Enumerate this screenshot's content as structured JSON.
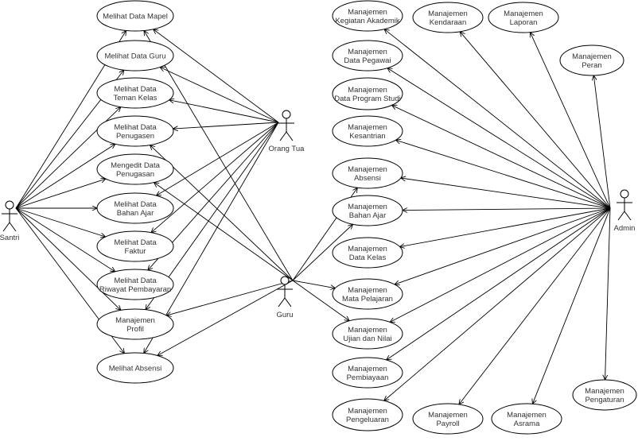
{
  "actors": [
    {
      "id": "santri",
      "label": "Santri"
    },
    {
      "id": "orangtua",
      "label": "Orang Tua"
    },
    {
      "id": "guru",
      "label": "Guru"
    },
    {
      "id": "admin",
      "label": "Admin"
    }
  ],
  "use_cases": [
    {
      "id": "uc1",
      "lines": [
        "Melihat Data Mapel"
      ]
    },
    {
      "id": "uc2",
      "lines": [
        "Melihat Data Guru"
      ]
    },
    {
      "id": "uc3",
      "lines": [
        "Melihat Data",
        "Teman Kelas"
      ]
    },
    {
      "id": "uc4",
      "lines": [
        "Melihat Data",
        "Penugasen"
      ]
    },
    {
      "id": "uc5",
      "lines": [
        "Mengedit Data",
        "Penugasan"
      ]
    },
    {
      "id": "uc6",
      "lines": [
        "Melihat Data",
        "Bahan Ajar"
      ]
    },
    {
      "id": "uc7",
      "lines": [
        "Melihat Data",
        "Faktur"
      ]
    },
    {
      "id": "uc8",
      "lines": [
        "Melihat Data",
        "Riwayat Pembayaran"
      ]
    },
    {
      "id": "uc9",
      "lines": [
        "Manajemen",
        "Profil"
      ]
    },
    {
      "id": "uc10",
      "lines": [
        "Melihat Absensi"
      ]
    },
    {
      "id": "r1",
      "lines": [
        "Manajemen",
        "Kegiatan Akademik"
      ]
    },
    {
      "id": "r2",
      "lines": [
        "Manajemen",
        "Data Pegawai"
      ]
    },
    {
      "id": "r3",
      "lines": [
        "Manajemen",
        "Data Program Studi"
      ]
    },
    {
      "id": "r4",
      "lines": [
        "Manajemen",
        "Kesantrian"
      ]
    },
    {
      "id": "r5",
      "lines": [
        "Manajemen",
        "Absensi"
      ]
    },
    {
      "id": "r6",
      "lines": [
        "Manajemen",
        "Bahan Ajar"
      ]
    },
    {
      "id": "r7",
      "lines": [
        "Manajemen",
        "Data Kelas"
      ]
    },
    {
      "id": "r8",
      "lines": [
        "Manajemen",
        "Mata Pelajaran"
      ]
    },
    {
      "id": "r9",
      "lines": [
        "Manajemen",
        "Ujian dan Nilai"
      ]
    },
    {
      "id": "r10",
      "lines": [
        "Manajemen",
        "Pembiayaan"
      ]
    },
    {
      "id": "r11",
      "lines": [
        "Manajemen",
        "Pengeluaran"
      ]
    },
    {
      "id": "k1",
      "lines": [
        "Manajemen",
        "Kendaraan"
      ]
    },
    {
      "id": "l1",
      "lines": [
        "Manajemen",
        "Laporan"
      ]
    },
    {
      "id": "p1",
      "lines": [
        "Manajemen",
        "Peran"
      ]
    },
    {
      "id": "py",
      "lines": [
        "Manajemen",
        "Payroll"
      ]
    },
    {
      "id": "as",
      "lines": [
        "Manajemen",
        "Asrama"
      ]
    },
    {
      "id": "pg",
      "lines": [
        "Manajemen",
        "Pengaturan"
      ]
    }
  ],
  "associations": [
    {
      "from": "santri",
      "to": "uc1"
    },
    {
      "from": "santri",
      "to": "uc2"
    },
    {
      "from": "santri",
      "to": "uc3"
    },
    {
      "from": "santri",
      "to": "uc4"
    },
    {
      "from": "santri",
      "to": "uc5"
    },
    {
      "from": "santri",
      "to": "uc6"
    },
    {
      "from": "santri",
      "to": "uc7"
    },
    {
      "from": "santri",
      "to": "uc8"
    },
    {
      "from": "santri",
      "to": "uc9"
    },
    {
      "from": "santri",
      "to": "uc10"
    },
    {
      "from": "orangtua",
      "to": "uc1"
    },
    {
      "from": "orangtua",
      "to": "uc2"
    },
    {
      "from": "orangtua",
      "to": "uc3"
    },
    {
      "from": "orangtua",
      "to": "uc4"
    },
    {
      "from": "orangtua",
      "to": "uc6"
    },
    {
      "from": "orangtua",
      "to": "uc7"
    },
    {
      "from": "orangtua",
      "to": "uc8"
    },
    {
      "from": "orangtua",
      "to": "uc9"
    },
    {
      "from": "orangtua",
      "to": "uc10"
    },
    {
      "from": "guru",
      "to": "uc1"
    },
    {
      "from": "guru",
      "to": "uc4"
    },
    {
      "from": "guru",
      "to": "uc5"
    },
    {
      "from": "guru",
      "to": "uc9"
    },
    {
      "from": "guru",
      "to": "uc10"
    },
    {
      "from": "guru",
      "to": "r5"
    },
    {
      "from": "guru",
      "to": "r6"
    },
    {
      "from": "guru",
      "to": "r8"
    },
    {
      "from": "guru",
      "to": "r9"
    },
    {
      "from": "admin",
      "to": "r1"
    },
    {
      "from": "admin",
      "to": "r2"
    },
    {
      "from": "admin",
      "to": "r3"
    },
    {
      "from": "admin",
      "to": "r4"
    },
    {
      "from": "admin",
      "to": "r5"
    },
    {
      "from": "admin",
      "to": "r6"
    },
    {
      "from": "admin",
      "to": "r7"
    },
    {
      "from": "admin",
      "to": "r8"
    },
    {
      "from": "admin",
      "to": "r9"
    },
    {
      "from": "admin",
      "to": "r10"
    },
    {
      "from": "admin",
      "to": "r11"
    },
    {
      "from": "admin",
      "to": "k1"
    },
    {
      "from": "admin",
      "to": "l1"
    },
    {
      "from": "admin",
      "to": "p1"
    },
    {
      "from": "admin",
      "to": "py"
    },
    {
      "from": "admin",
      "to": "as"
    },
    {
      "from": "admin",
      "to": "pg"
    }
  ]
}
